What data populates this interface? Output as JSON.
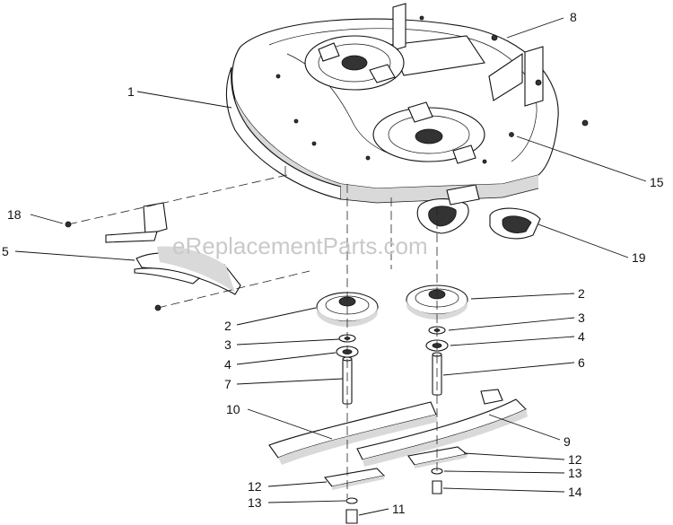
{
  "watermark": "eReplacementParts.com",
  "callouts": [
    {
      "id": "c1",
      "text": "1"
    },
    {
      "id": "c8",
      "text": "8"
    },
    {
      "id": "c15",
      "text": "15"
    },
    {
      "id": "c18",
      "text": "18"
    },
    {
      "id": "c5",
      "text": "5"
    },
    {
      "id": "c19",
      "text": "19"
    },
    {
      "id": "c2a",
      "text": "2"
    },
    {
      "id": "c2b",
      "text": "2"
    },
    {
      "id": "c3a",
      "text": "3"
    },
    {
      "id": "c3b",
      "text": "3"
    },
    {
      "id": "c4a",
      "text": "4"
    },
    {
      "id": "c4b",
      "text": "4"
    },
    {
      "id": "c7",
      "text": "7"
    },
    {
      "id": "c6",
      "text": "6"
    },
    {
      "id": "c10",
      "text": "10"
    },
    {
      "id": "c9",
      "text": "9"
    },
    {
      "id": "c12a",
      "text": "12"
    },
    {
      "id": "c12b",
      "text": "12"
    },
    {
      "id": "c13a",
      "text": "13"
    },
    {
      "id": "c13b",
      "text": "13"
    },
    {
      "id": "c14",
      "text": "14"
    },
    {
      "id": "c11",
      "text": "11"
    }
  ]
}
